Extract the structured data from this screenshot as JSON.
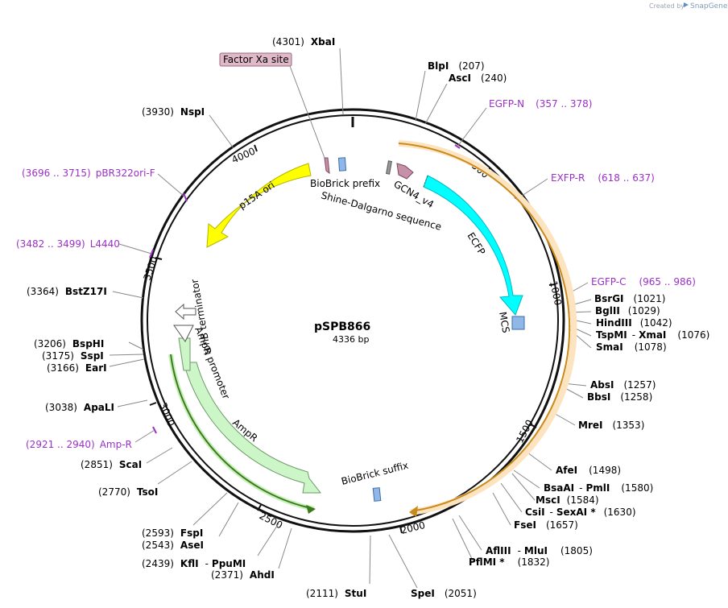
{
  "branding": {
    "created_by": "Created by",
    "app_name": "SnapGene"
  },
  "plasmid": {
    "name": "pSPB866",
    "length_label": "4336 bp",
    "length": 4336
  },
  "ticks": [
    {
      "bp": 500,
      "label": "500"
    },
    {
      "bp": 1000,
      "label": "1000"
    },
    {
      "bp": 1500,
      "label": "1500"
    },
    {
      "bp": 2000,
      "label": "2000"
    },
    {
      "bp": 2500,
      "label": "2500"
    },
    {
      "bp": 3000,
      "label": "3000"
    },
    {
      "bp": 3500,
      "label": "3500"
    },
    {
      "bp": 4000,
      "label": "4000"
    }
  ],
  "features": [
    {
      "name": "ECFP",
      "type": "cds",
      "color": "#00ffff"
    },
    {
      "name": "p15A ori",
      "type": "origin",
      "color": "#ffff00"
    },
    {
      "name": "AmpR",
      "type": "cds",
      "color": "#ccf5c8"
    },
    {
      "name": "AmpR promoter",
      "type": "promoter",
      "color": "#ccf5c8"
    },
    {
      "name": "tonB terminator",
      "type": "terminator",
      "color": "#ffffff"
    },
    {
      "name": "GCN4_v4",
      "type": "tag",
      "color": "#c890a8"
    },
    {
      "name": "MCS",
      "type": "misc",
      "color": "#8fb7e8"
    },
    {
      "name": "BioBrick prefix",
      "type": "misc",
      "color": "#8fb7e8"
    },
    {
      "name": "BioBrick suffix",
      "type": "misc",
      "color": "#8fb7e8"
    },
    {
      "name": "Shine-Dalgarno sequence",
      "type": "rbs",
      "color": "#999999"
    },
    {
      "name": "Factor Xa site",
      "type": "site",
      "color": "#e0b8c8"
    }
  ],
  "primers": [
    {
      "name": "EGFP-N",
      "range": "(357 .. 378)"
    },
    {
      "name": "EXFP-R",
      "range": "(618 .. 637)"
    },
    {
      "name": "EGFP-C",
      "range": "(965 .. 986)"
    },
    {
      "name": "Amp-R",
      "range": "(2921 .. 2940)"
    },
    {
      "name": "L4440",
      "range": "(3482 .. 3499)"
    },
    {
      "name": "pBR322ori-F",
      "range": "(3696 .. 3715)"
    }
  ],
  "sites": [
    {
      "name": "XbaI",
      "pos": "(4301)"
    },
    {
      "name": "BlpI",
      "pos": "(207)"
    },
    {
      "name": "AscI",
      "pos": "(240)"
    },
    {
      "name": "BsrGI",
      "pos": "(1021)"
    },
    {
      "name": "BglII",
      "pos": "(1029)"
    },
    {
      "name": "HindIII",
      "pos": "(1042)"
    },
    {
      "name": "TspMI",
      "sep": "-",
      "name2": "XmaI",
      "pos": "(1076)"
    },
    {
      "name": "SmaI",
      "pos": "(1078)"
    },
    {
      "name": "AbsI",
      "pos": "(1257)"
    },
    {
      "name": "BbsI",
      "pos": "(1258)"
    },
    {
      "name": "MreI",
      "pos": "(1353)"
    },
    {
      "name": "AfeI",
      "pos": "(1498)"
    },
    {
      "name": "BsaAI",
      "sep": "-",
      "name2": "PmlI",
      "pos": "(1580)"
    },
    {
      "name": "MscI",
      "pos": "(1584)"
    },
    {
      "name": "CsiI",
      "sep": "-",
      "name2": "SexAI *",
      "pos": "(1630)"
    },
    {
      "name": "FseI",
      "pos": "(1657)"
    },
    {
      "name": "AflIII",
      "sep": "-",
      "name2": "MluI",
      "pos": "(1805)"
    },
    {
      "name": "PflMI *",
      "pos": "(1832)"
    },
    {
      "name": "SpeI",
      "pos": "(2051)"
    },
    {
      "name": "StuI",
      "pos": "(2111)"
    },
    {
      "name": "AhdI",
      "pos": "(2371)"
    },
    {
      "name": "KflI",
      "sep": "-",
      "name2": "PpuMI",
      "pos": "(2439)"
    },
    {
      "name": "AseI",
      "pos": "(2543)"
    },
    {
      "name": "FspI",
      "pos": "(2593)"
    },
    {
      "name": "TsoI",
      "pos": "(2770)"
    },
    {
      "name": "ScaI",
      "pos": "(2851)"
    },
    {
      "name": "ApaLI",
      "pos": "(3038)"
    },
    {
      "name": "EarI",
      "pos": "(3166)"
    },
    {
      "name": "SspI",
      "pos": "(3175)"
    },
    {
      "name": "BspHI",
      "pos": "(3206)"
    },
    {
      "name": "BstZ17I",
      "pos": "(3364)"
    },
    {
      "name": "NspI",
      "pos": "(3930)"
    }
  ]
}
